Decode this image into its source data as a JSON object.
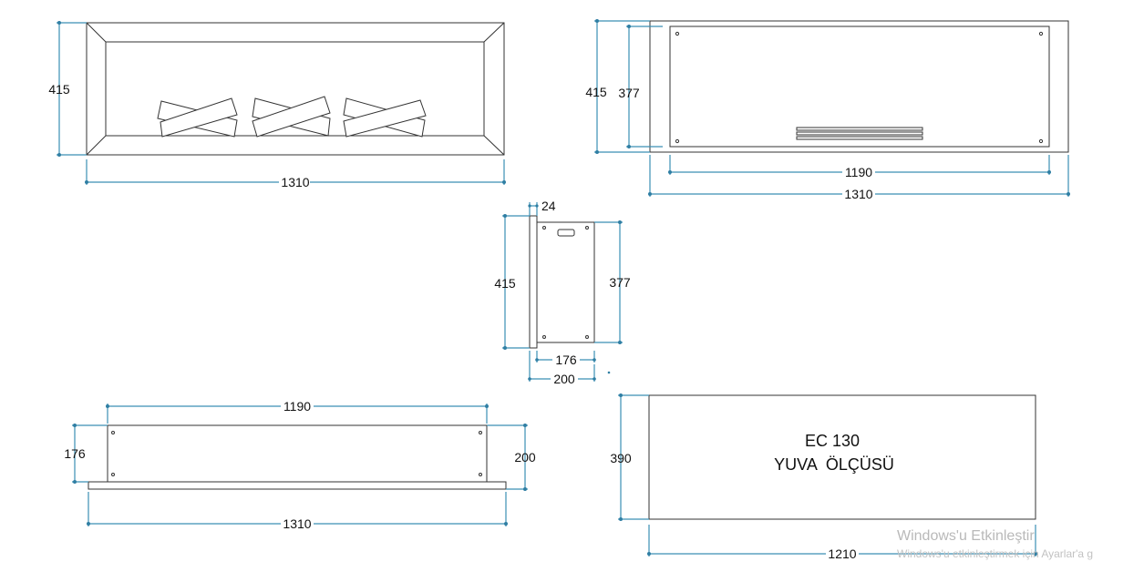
{
  "front_view": {
    "height_label": "415",
    "width_label": "1310"
  },
  "rear_view": {
    "height_label": "415",
    "inner_height_label": "377",
    "inner_width_label": "1190",
    "width_label": "1310"
  },
  "side_view": {
    "thickness_label": "24",
    "height_label": "415",
    "inner_height_label": "377",
    "depth_label": "176",
    "total_depth_label": "200"
  },
  "top_view": {
    "width_label": "1190",
    "left_height_label": "176",
    "right_height_label": "200",
    "total_width_label": "1310"
  },
  "niche": {
    "title": "EC 130",
    "subtitle": "YUVA  ÖLÇÜSÜ",
    "height_label": "390",
    "width_label": "1210"
  },
  "watermark": {
    "line1": "Windows'u Etkinleştir",
    "line2": "Windows'u etkinleştirmek için Ayarlar'a g"
  }
}
